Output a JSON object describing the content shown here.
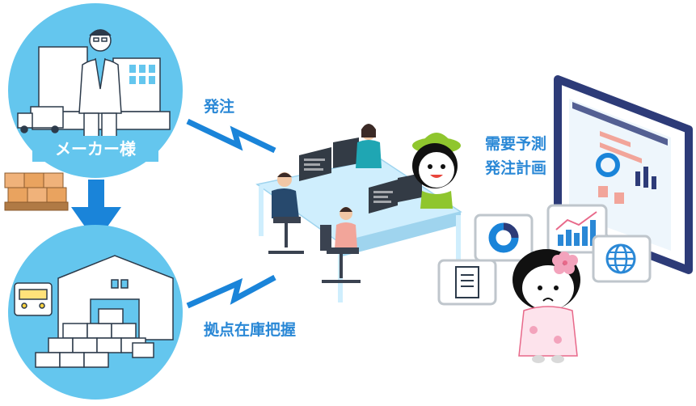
{
  "labels": {
    "maker": "メーカー様",
    "order": "発注",
    "inventory": "拠点在庫把握",
    "forecast_line1": "需要予測",
    "forecast_line2": "発注計画"
  },
  "icons": {
    "maker_circle": "businessman-building-icon",
    "warehouse_circle": "warehouse-boxes-truck-icon",
    "pallet": "pallet-boxes-icon",
    "office": "office-workers-desks-icon",
    "monitor": "analytics-dashboard-monitor-icon",
    "document": "document-icon",
    "pie": "donut-chart-icon",
    "bar": "bar-line-chart-icon",
    "globe": "globe-icon",
    "mascot_green": "green-hat-mascot-icon",
    "mascot_pink": "pink-flower-mascot-icon"
  },
  "colors": {
    "circle": "#64c6ee",
    "accent": "#2a88d6",
    "arrow": "#1a84d9",
    "outline": "#2c3a4a"
  }
}
